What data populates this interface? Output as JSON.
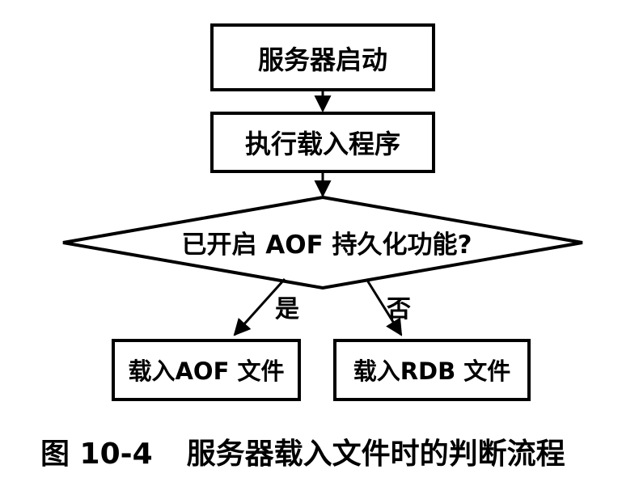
{
  "nodes": {
    "start": "服务器启动",
    "load_program": "执行载入程序",
    "decision": "已开启 AOF 持久化功能?",
    "load_aof": "载入AOF 文件",
    "load_rdb": "载入RDB 文件"
  },
  "edges": {
    "yes_label": "是",
    "no_label": "否"
  },
  "caption": {
    "number": "图 10-4",
    "text": "服务器载入文件时的判断流程"
  }
}
